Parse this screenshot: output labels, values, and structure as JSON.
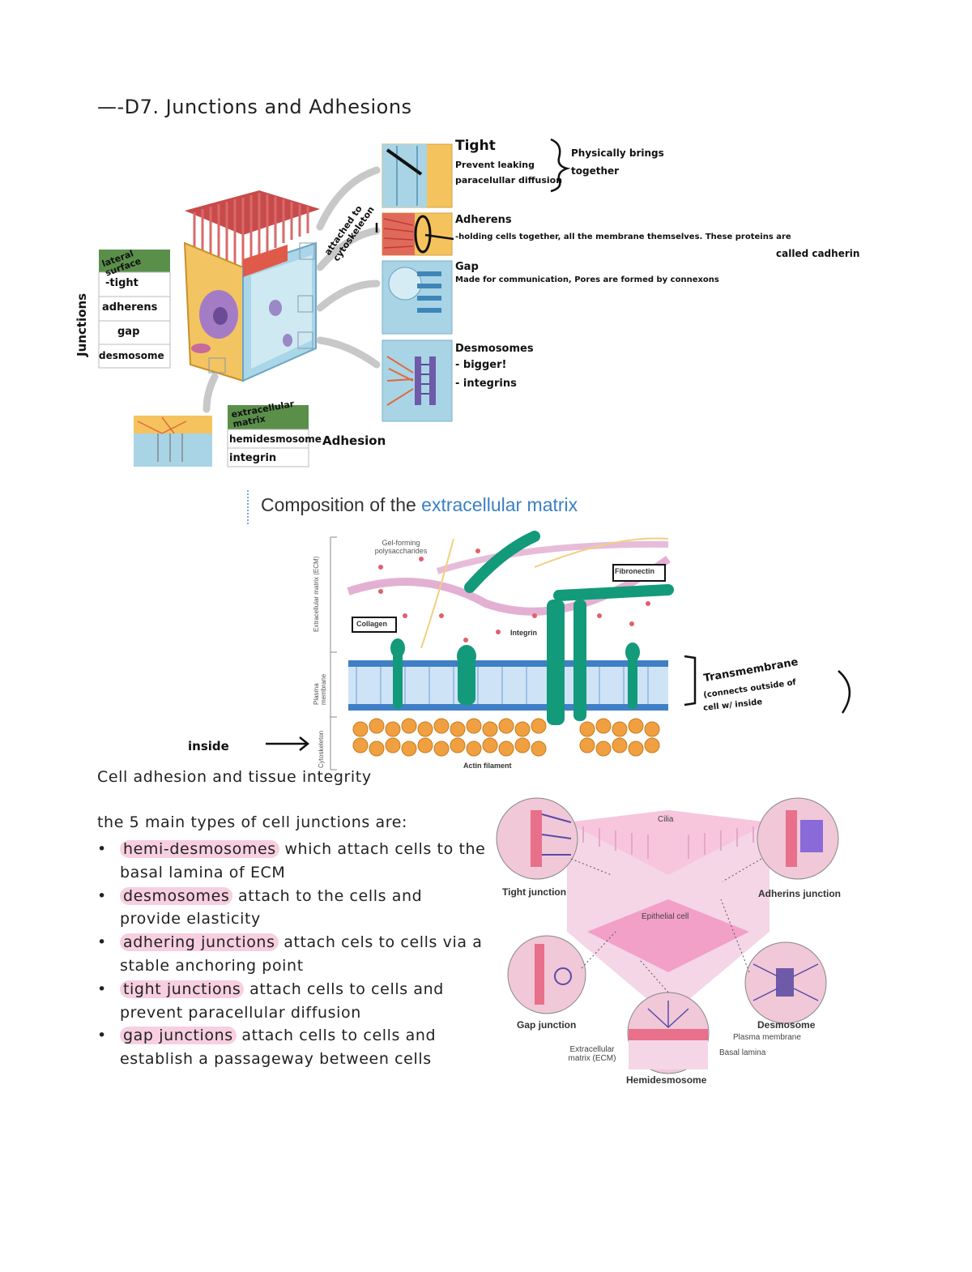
{
  "title": "—-D7. Junctions and Adhesions",
  "junction_table": {
    "side_label": "Junctions",
    "header": "lateral surface",
    "rows": [
      "-tight",
      "adherens",
      "gap",
      "desmosome"
    ]
  },
  "ecm_table": {
    "header": "extracellular matrix",
    "rows": [
      "hemidesmosome",
      "integrin"
    ],
    "side_note": "Adhesion"
  },
  "arrow_note": "attached to cytoskeleton",
  "notes": {
    "tight_title": "Tight",
    "tight_line1": "Prevent leaking",
    "tight_line2": "paracelullar diffusion",
    "physically": "Physically brings together",
    "adherens_title": "Adherens",
    "adherens_line1": "-holding cells together, all the membrane themselves. These proteins are",
    "adherens_line2": "called cadherin",
    "gap_title": "Gap",
    "gap_line1": "Made for communication, Pores are formed by connexons",
    "desmo_title": "Desmosomes",
    "desmo_line1": "- bigger!",
    "desmo_line2": "- integrins"
  },
  "ecm_section": {
    "title_prefix": "Composition of the ",
    "title_highlight": "extracellular matrix",
    "labels": {
      "gel": "Gel-forming polysaccharides",
      "fibronectin": "Fibronectin",
      "collagen": "Collagen",
      "integrin": "Integrin",
      "actin": "Actin filament",
      "ecm_side": "Extracellular matrix (ECM)",
      "pm_side": "Plasma membrane",
      "cyto_side": "Cytoskeleton"
    },
    "transmembrane_note_1": "Transmembrane",
    "transmembrane_note_2": "(connects outside of",
    "transmembrane_note_3": "cell w/ inside",
    "inside_note": "inside"
  },
  "subtitle": "Cell adhesion and tissue integrity",
  "list_intro": "the 5 main types of cell junctions are:",
  "junction_list": [
    {
      "term": "hemi-desmosomes",
      "rest": " which attach cells to the basal lamina of ECM"
    },
    {
      "term": "desmosomes",
      "rest": " attach to the cells and provide elasticity"
    },
    {
      "term": "adhering junctions",
      "rest": " attach cels to cells via a stable anchoring point"
    },
    {
      "term": "tight junctions",
      "rest": " attach cells to cells and prevent paracellular diffusion"
    },
    {
      "term": "gap junctions",
      "rest": " attach cells to cells and establish a passageway between cells"
    }
  ],
  "epithelial_figure": {
    "cilia": "Cilia",
    "tight": "Tight junction",
    "adherins": "Adherins junction",
    "epithelial": "Epithelial cell",
    "gap": "Gap junction",
    "desmosome": "Desmosome",
    "plasma": "Plasma membrane",
    "basal": "Basal lamina",
    "ecm": "Extracellular matrix (ECM)",
    "hemi": "Hemidesmosome"
  },
  "colors": {
    "highlight": "#f7cfe0",
    "ecm_blue": "#3b7fc4",
    "table_green": "#5a8f4a",
    "teal": "#139a7a",
    "pink": "#d78fc0",
    "orange": "#e8a24a"
  }
}
